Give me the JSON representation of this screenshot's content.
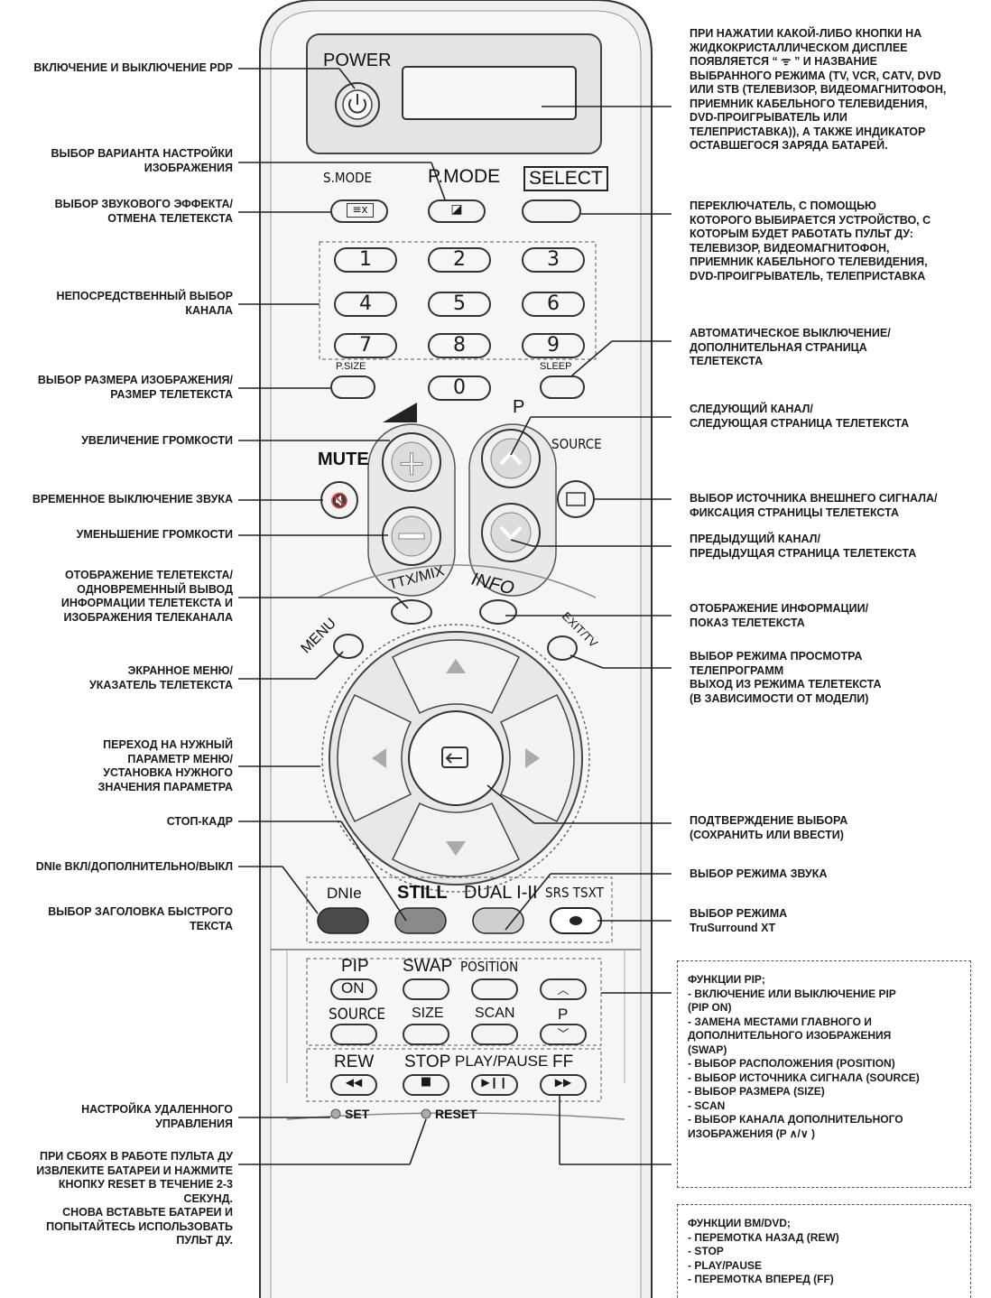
{
  "remote": {
    "power": "POWER",
    "smode": "S.MODE",
    "pmode": "P.MODE",
    "select": "SELECT",
    "numbers": [
      "1",
      "2",
      "3",
      "4",
      "5",
      "6",
      "7",
      "8",
      "9",
      "0"
    ],
    "psize": "P.SIZE",
    "sleep": "SLEEP",
    "p": "P",
    "source": "SOURCE",
    "mute": "MUTE",
    "ttxmix": "TTX/MIX",
    "info": "INFO",
    "menu": "MENU",
    "exittv": "EXIT/TV",
    "dnie": "DNIe",
    "still": "STILL",
    "dual": "DUAL I-II",
    "srs": "SRS TSXT",
    "pip": "PIP",
    "on": "ON",
    "swap": "SWAP",
    "position": "POSITION",
    "source2": "SOURCE",
    "size": "SIZE",
    "scan": "SCAN",
    "p2": "P",
    "rew": "REW",
    "stop": "STOP",
    "playpause": "PLAY/PAUSE",
    "ff": "FF",
    "set": "SET",
    "reset": "RESET",
    "colors": {
      "red": "#4a4a4a",
      "green": "#8a8a8a",
      "yellow": "#cfcfcf",
      "body": "#eeeeee"
    }
  },
  "labels_left": [
    "ВКЛЮЧЕНИЕ И ВЫКЛЮЧЕНИЕ PDP",
    "ВЫБОР ВАРИАНТА НАСТРОЙКИ\nИЗОБРАЖЕНИЯ",
    "ВЫБОР ЗВУКОВОГО ЭФФЕКТА/\nОТМЕНА ТЕЛЕТЕКСТА",
    "НЕПОСРЕДСТВЕННЫЙ ВЫБОР\nКАНАЛА",
    "ВЫБОР РАЗМЕРА ИЗОБРАЖЕНИЯ/\nРАЗМЕР ТЕЛЕТЕКСТА",
    "УВЕЛИЧЕНИЕ ГРОМКОСТИ",
    "ВРЕМЕННОЕ ВЫКЛЮЧЕНИЕ ЗВУКА",
    "УМЕНЬШЕНИЕ ГРОМКОСТИ",
    "ОТОБРАЖЕНИЕ ТЕЛЕТЕКСТА/\nОДНОВРЕМЕННЫЙ ВЫВОД\nИНФОРМАЦИИ ТЕЛЕТЕКСТА И\nИЗОБРАЖЕНИЯ ТЕЛЕКАНАЛА",
    "ЭКРАННОЕ МЕНЮ/\nУКАЗАТЕЛЬ ТЕЛЕТЕКСТА",
    "ПЕРЕХОД НА НУЖНЫЙ\nПАРАМЕТР МЕНЮ/\nУСТАНОВКА НУЖНОГО\nЗНАЧЕНИЯ ПАРАМЕТРА",
    "СТОП-КАДР",
    "DNIe ВКЛ/ДОПОЛНИТЕЛЬНО/ВЫКЛ",
    "ВЫБОР ЗАГОЛОВКА БЫСТРОГО\nТЕКСТА",
    "НАСТРОЙКА УДАЛЕННОГО\nУПРАВЛЕНИЯ",
    "ПРИ СБОЯХ В РАБОТЕ ПУЛЬТА ДУ\nИЗВЛЕКИТЕ БАТАРЕИ И НАЖМИТЕ\nКНОПКУ RESET В ТЕЧЕНИЕ 2-3\nСЕКУНД.\nСНОВА ВСТАВЬТЕ БАТАРЕИ И\nПОПЫТАЙТЕСЬ ИСПОЛЬЗОВАТЬ\nПУЛЬТ ДУ."
  ],
  "labels_right": [
    "ПРИ НАЖАТИИ КАКОЙ-ЛИБО КНОПКИ НА\nЖИДКОКРИСТАЛЛИЧЕСКОМ ДИСПЛЕЕ\nПОЯВЛЯЕТСЯ “ ᯤ ” И НАЗВАНИЕ\nВЫБРАННОГО РЕЖИМА (TV, VCR, CATV, DVD\nИЛИ STB (ТЕЛЕВИЗОР, ВИДЕОМАГНИТОФОН,\nПРИЕМНИК КАБЕЛЬНОГО ТЕЛЕВИДЕНИЯ,\nDVD-ПРОИГРЫВАТЕЛЬ ИЛИ\nТЕЛЕПРИСТАВКА)), А ТАКЖЕ ИНДИКАТОР\nОСТАВШЕГОСЯ ЗАРЯДА БАТАРЕЙ.",
    "ПЕРЕКЛЮЧАТЕЛЬ, С ПОМОЩЬЮ\nКОТОРОГО ВЫБИРАЕТСЯ УСТРОЙСТВО, С\nКОТОРЫМ БУДЕТ РАБОТАТЬ ПУЛЬТ ДУ:\nТЕЛЕВИЗОР, ВИДЕОМАГНИТОФОН,\nПРИЕМНИК КАБЕЛЬНОГО ТЕЛЕВИДЕНИЯ,\nDVD-ПРОИГРЫВАТЕЛЬ, ТЕЛЕПРИСТАВКА",
    "АВТОМАТИЧЕСКОЕ ВЫКЛЮЧЕНИЕ/\nДОПОЛНИТЕЛЬНАЯ СТРАНИЦА\nТЕЛЕТЕКСТА",
    "СЛЕДУЮЩИЙ КАНАЛ/\nСЛЕДУЮЩАЯ СТРАНИЦА ТЕЛЕТЕКСТА",
    "ВЫБОР ИСТОЧНИКА ВНЕШНЕГО СИГНАЛА/\nФИКСАЦИЯ СТРАНИЦЫ ТЕЛЕТЕКСТА",
    "ПРЕДЫДУЩИЙ КАНАЛ/\nПРЕДЫДУЩАЯ СТРАНИЦА ТЕЛЕТЕКСТА",
    "ОТОБРАЖЕНИЕ ИНФОРМАЦИИ/\nПОКАЗ ТЕЛЕТЕКСТА",
    "ВЫБОР РЕЖИМА ПРОСМОТРА\nТЕЛЕПРОГРАММ\nВЫХОД ИЗ РЕЖИМА ТЕЛЕТЕКСТА\n(В ЗАВИСИМОСТИ ОТ МОДЕЛИ)",
    "ПОДТВЕРЖДЕНИЕ ВЫБОРА\n(СОХРАНИТЬ ИЛИ ВВЕСТИ)",
    "ВЫБОР РЕЖИМА ЗВУКА",
    "ВЫБОР РЕЖИМА\nTruSurround XT",
    "ФУНКЦИИ PIP;\n- ВКЛЮЧЕНИЕ ИЛИ ВЫКЛЮЧЕНИЕ PIP\n  (PIP ON)\n- ЗАМЕНА МЕСТАМИ ГЛАВНОГО И\n  ДОПОЛНИТЕЛЬНОГО ИЗОБРАЖЕНИЯ\n  (SWAP)\n- ВЫБОР РАСПОЛОЖЕНИЯ (POSITION)\n- ВЫБОР ИСТОЧНИКА СИГНАЛА (SOURCE)\n- ВЫБОР РАЗМЕРА (SIZE)\n- SCAN\n- ВЫБОР КАНАЛА ДОПОЛНИТЕЛЬНОГО\n  ИЗОБРАЖЕНИЯ (P ∧/∨ )",
    "ФУНКЦИИ ВМ/DVD;\n- ПЕРЕМОТКА НАЗАД (REW)\n- STOP\n- PLAY/PAUSE\n- ПЕРЕМОТКА ВПЕРЕД (FF)"
  ]
}
